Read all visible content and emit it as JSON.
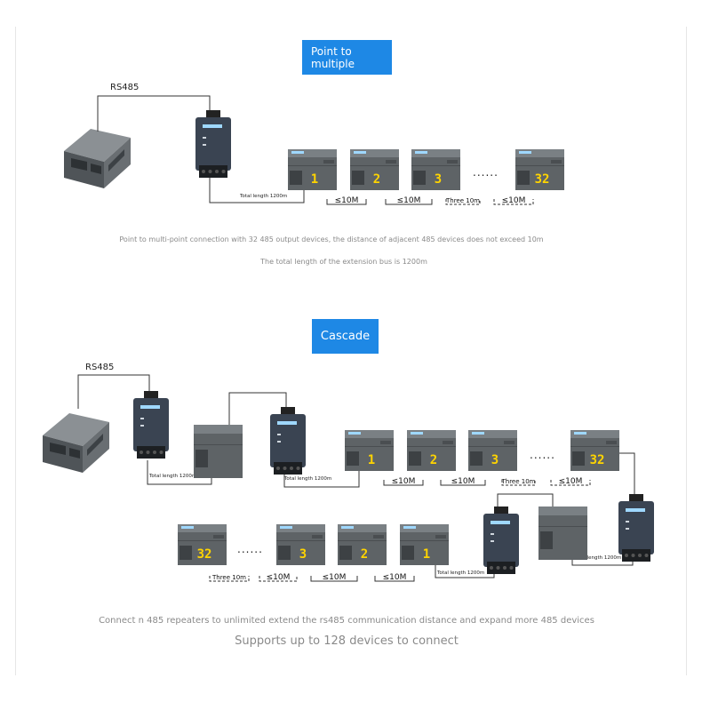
{
  "sections": {
    "point": {
      "title": "Point to multiple",
      "bus_label": "RS485",
      "total_length": "Total length 1200m",
      "device_numbers": [
        "1",
        "2",
        "3",
        "32"
      ],
      "gap_labels": [
        "≤10M",
        "≤10M",
        "Three 10m",
        "≤10M"
      ],
      "ellipsis": "......",
      "caption_1": "Point to multi-point connection with 32 485 output devices, the distance of adjacent 485 devices does not exceed 10m",
      "caption_2": "The total length of the extension bus is 1200m"
    },
    "cascade": {
      "title": "Cascade",
      "bus_label": "RS485",
      "total_length": "Total length 1200m",
      "device_numbers": [
        "1",
        "2",
        "3",
        "32"
      ],
      "gap_labels": [
        "≤10M",
        "≤10M",
        "Three 10m",
        "≤10M"
      ],
      "ellipsis": "......",
      "caption_1": "Connect n 485 repeaters to unlimited extend the rs485 communication distance and expand more 485 devices",
      "caption_2": "Supports up to 128 devices to connect"
    }
  },
  "colors": {
    "badge": "#1e88e5",
    "plc_body": "#5e6366",
    "converter_body": "#3a4452",
    "digit": "#ffd400",
    "text_gray": "#8a8a8a"
  }
}
